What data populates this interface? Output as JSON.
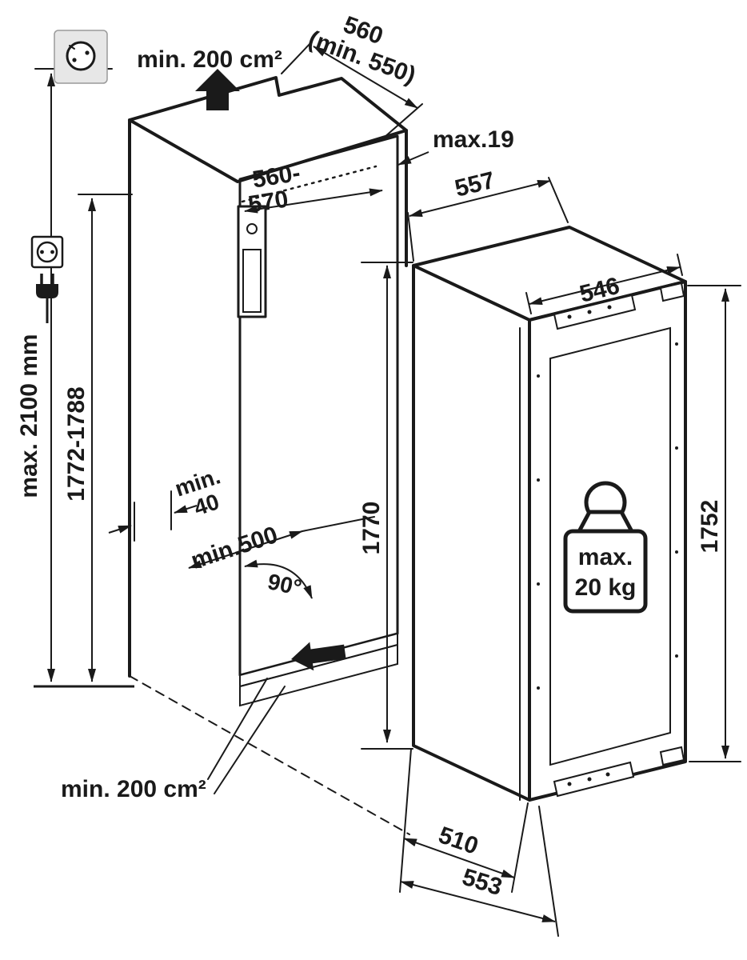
{
  "colors": {
    "ink": "#1a1a1a",
    "niche_back_gray": "#cbcbcb",
    "vent_gray": "#c2c2c2",
    "door_panel_gray": "#f2f2f2",
    "socket_plate_gray": "#e7e7e7"
  },
  "icons": {
    "wall_socket": "socket-face-icon",
    "power_plug": "plug-icon",
    "air_out": "bold-up-arrow-icon",
    "air_in": "bold-left-arrow-icon",
    "door_load": "weight-icon"
  },
  "labels": {
    "vent_top": "min. 200 cm²",
    "depth_line1": "560",
    "depth_line2": "(min. 550)",
    "edge_max": "max.19",
    "niche_width_1": "560-",
    "niche_width_2": "570",
    "top_depth": "557",
    "door_width": "546",
    "total_height": "max. 2100 mm",
    "niche_height": "1772-1788",
    "recess_height": "1770",
    "min40_1": "min.",
    "min40_2": "40",
    "depth_floor": "min.500",
    "angle": "90°",
    "vent_bottom": "min. 200 cm²",
    "appliance_height": "1752",
    "depth_510": "510",
    "depth_553": "553",
    "weight_1": "max.",
    "weight_2": "20 kg"
  }
}
